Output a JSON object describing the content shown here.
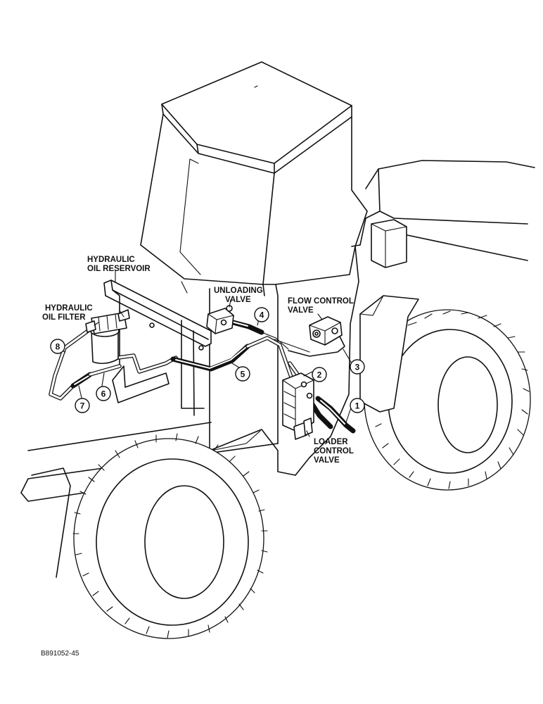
{
  "labels": {
    "hydraulic_oil_reservoir": [
      "HYDRAULIC",
      "OIL RESERVOIR"
    ],
    "hydraulic_oil_filter": [
      "HYDRAULIC",
      "OIL FILTER"
    ],
    "unloading_valve": [
      "UNLOADING",
      "VALVE"
    ],
    "flow_control_valve": [
      "FLOW CONTROL",
      "VALVE"
    ],
    "loader_control_valve": [
      "LOADER",
      "CONTROL",
      "VALVE"
    ]
  },
  "callouts": [
    "1",
    "2",
    "3",
    "4",
    "5",
    "6",
    "7",
    "8"
  ],
  "figure_id": "B891052-45"
}
